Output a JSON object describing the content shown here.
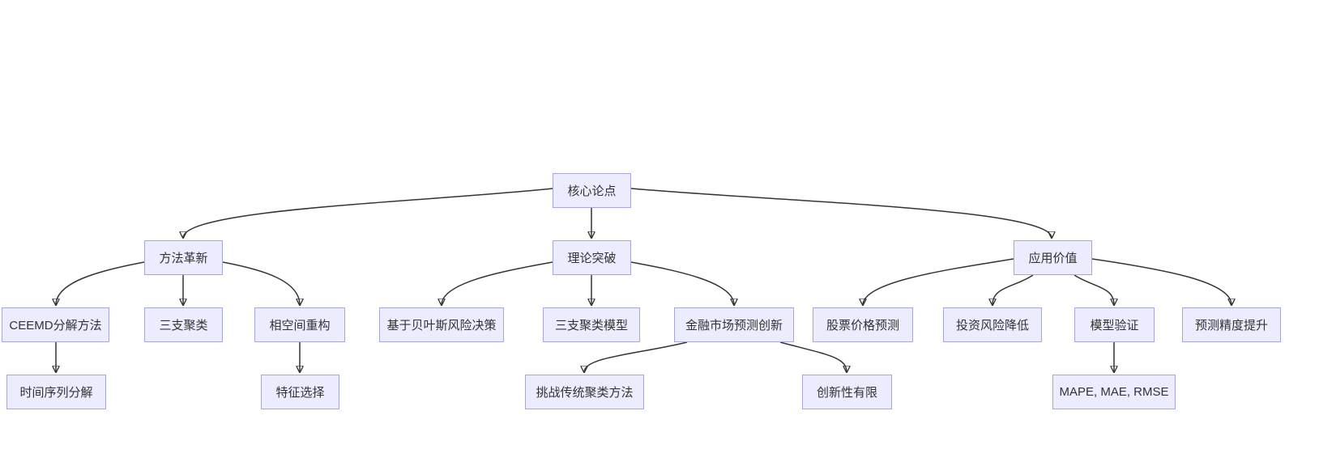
{
  "diagram": {
    "type": "flowchart",
    "direction": "top-down",
    "background_color": "#ffffff",
    "node_fill_color": "#ECECFF",
    "node_border_color": "#a7a7d7",
    "edge_color": "#333333",
    "text_color": "#333333"
  },
  "nodes": {
    "core": {
      "label": "核心论点"
    },
    "method": {
      "label": "方法革新"
    },
    "theory": {
      "label": "理论突破"
    },
    "application": {
      "label": "应用价值"
    },
    "ceemd": {
      "label": "CEEMD分解方法"
    },
    "three_way": {
      "label": "三支聚类"
    },
    "phase": {
      "label": "相空间重构"
    },
    "bayes": {
      "label": "基于贝叶斯风险决策"
    },
    "three_model": {
      "label": "三支聚类模型"
    },
    "finance": {
      "label": "金融市场预测创新"
    },
    "stock": {
      "label": "股票价格预测"
    },
    "risk": {
      "label": "投资风险降低"
    },
    "validation": {
      "label": "模型验证"
    },
    "accuracy": {
      "label": "预测精度提升"
    },
    "timeseries": {
      "label": "时间序列分解"
    },
    "feature": {
      "label": "特征选择"
    },
    "challenge": {
      "label": "挑战传统聚类方法"
    },
    "limited": {
      "label": "创新性有限"
    },
    "mape": {
      "label": "MAPE, MAE, RMSE"
    }
  },
  "edges": [
    {
      "from": "core",
      "to": "method"
    },
    {
      "from": "core",
      "to": "theory"
    },
    {
      "from": "core",
      "to": "application"
    },
    {
      "from": "method",
      "to": "ceemd"
    },
    {
      "from": "method",
      "to": "three_way"
    },
    {
      "from": "method",
      "to": "phase"
    },
    {
      "from": "theory",
      "to": "bayes"
    },
    {
      "from": "theory",
      "to": "three_model"
    },
    {
      "from": "theory",
      "to": "finance"
    },
    {
      "from": "application",
      "to": "stock"
    },
    {
      "from": "application",
      "to": "risk"
    },
    {
      "from": "application",
      "to": "validation"
    },
    {
      "from": "application",
      "to": "accuracy"
    },
    {
      "from": "ceemd",
      "to": "timeseries"
    },
    {
      "from": "phase",
      "to": "feature"
    },
    {
      "from": "finance",
      "to": "challenge"
    },
    {
      "from": "finance",
      "to": "limited"
    },
    {
      "from": "validation",
      "to": "mape"
    }
  ]
}
